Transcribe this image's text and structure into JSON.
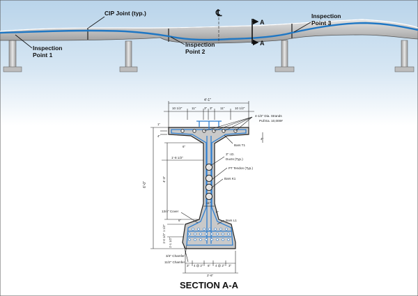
{
  "elevation": {
    "labels": {
      "cip_joint": "CIP Joint (typ.)",
      "cl": "℄",
      "section_mark": "A",
      "insp1_a": "Inspection",
      "insp1_b": "Point 1",
      "insp2_a": "Inspection",
      "insp2_b": "Point 2",
      "insp3_a": "Inspection",
      "insp3_b": "Point 3"
    },
    "colors": {
      "sky_top": "#b9d4ea",
      "sky_bottom": "#ffffff",
      "tendon": "#1f77c4",
      "concrete": "#c8c8c8"
    }
  },
  "section": {
    "title": "SECTION A-A",
    "dims": {
      "top_overall": "4'-1\"",
      "seg_a": "10 1/2\"",
      "seg_b": "11\"",
      "seg_c": "3\"",
      "seg_d": "3\"",
      "seg_e": "11\"",
      "seg_f": "10 1/2\"",
      "flange_1": "1\"",
      "flange_2": "4\"",
      "flange_3": "4\"",
      "web_half": "1'-8 1/2\"",
      "height_total": "6'-0\"",
      "web_height": "4'-3\"",
      "web_width": "11\"",
      "bottom_1": "1 1/2\"",
      "bottom_2": "1'-0 1/2\"",
      "bottom_3": "1'-1 1/2\"",
      "bottom_width": "2'-6\"",
      "bb_a": "3\"",
      "bb_b": "4 @ 2\"",
      "bb_c": "6\"",
      "bb_d": "4 @ 2\"",
      "bb_e": "3\"",
      "top_chamfer": "6\"",
      "bottom_chamfer": "6\"",
      "web_6": "6\""
    },
    "notes": {
      "strands": "4-1/2\" Dia. Strands",
      "pull": "Pull Ea. 10,000#",
      "bars_t1": "Bars T1",
      "ducts_a": "3\" I.D.",
      "ducts_b": "Ducts (Typ.)",
      "pt_tendon": "PT Tendon (Typ.)",
      "bars_k1": "Bars K1",
      "cover": "13/4\" Cover",
      "bars_l1": "Bars L1",
      "chamfer1": "3/4\" Chamfer",
      "chamfer2": "11/2\" Chamfer"
    },
    "colors": {
      "girder": "#c9c9c9",
      "rebar": "#2f7fd0",
      "line": "#222222"
    }
  }
}
